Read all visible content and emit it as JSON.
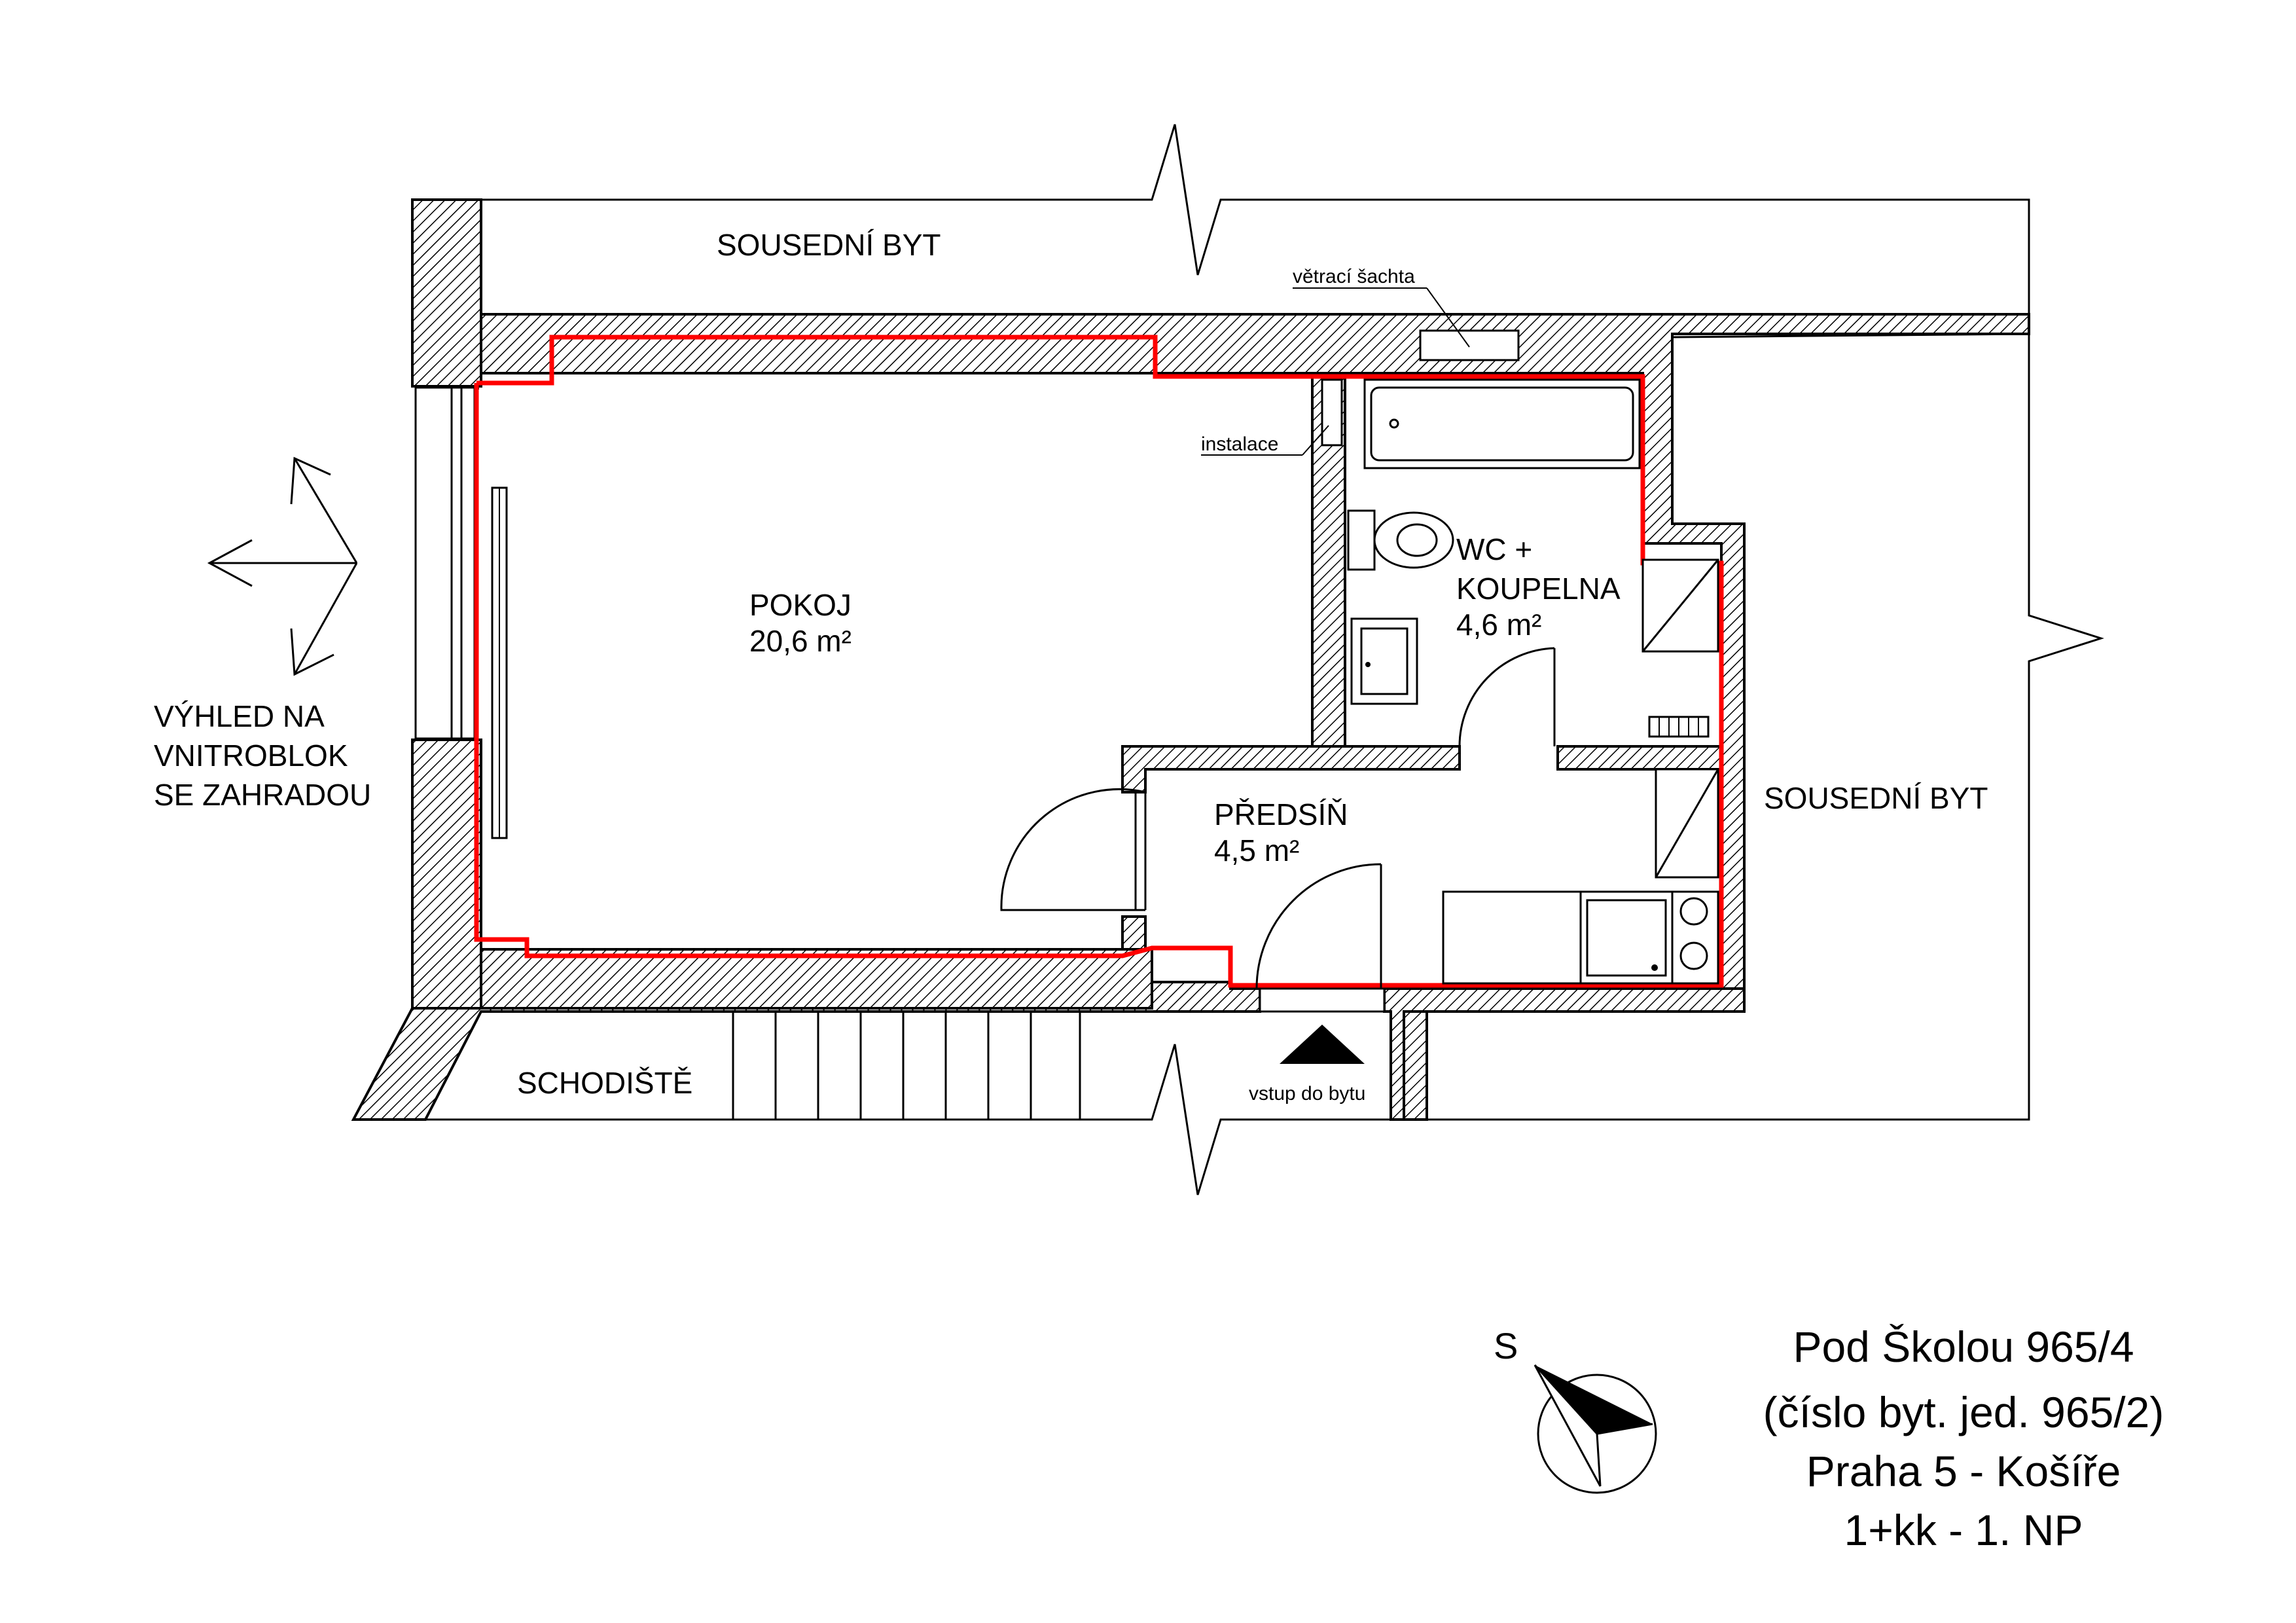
{
  "labels": {
    "neighbor_top": "SOUSEDNÍ BYT",
    "neighbor_right": "SOUSEDNÍ BYT",
    "ventilation": "větrací šachta",
    "installation": "instalace",
    "room_name": "POKOJ",
    "room_area": "20,6 m²",
    "bath_name_1": "WC +",
    "bath_name_2": "KOUPELNA",
    "bath_area": "4,6 m²",
    "hall_name": "PŘEDSÍŇ",
    "hall_area": "4,5 m²",
    "view_1": "VÝHLED NA",
    "view_2": "VNITROBLOK",
    "view_3": "SE ZAHRADOU",
    "stairs": "SCHODIŠTĚ",
    "entrance": "vstup do bytu",
    "compass": "S"
  },
  "title_block": {
    "line1": "Pod Školou 965/4",
    "line2": "(číslo byt. jed. 965/2)",
    "line3": "Praha 5 - Košíře",
    "line4": "1+kk  - 1. NP"
  },
  "colors": {
    "apartment_outline": "#ff0000",
    "lines": "#000000"
  }
}
